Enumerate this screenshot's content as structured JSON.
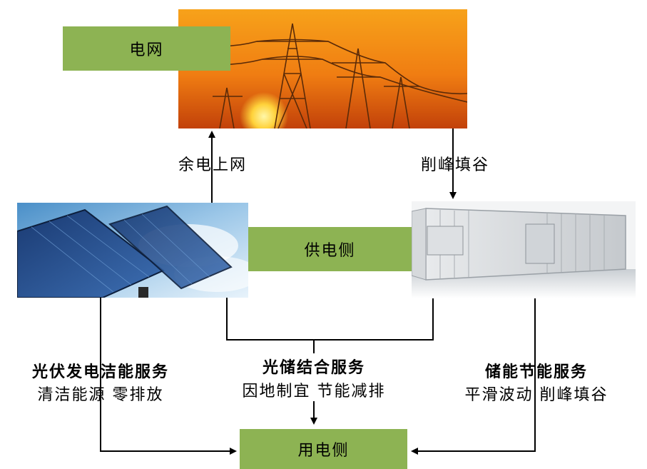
{
  "grid": {
    "label": "电网"
  },
  "supply_side": {
    "label": "供电侧"
  },
  "consumer_side": {
    "label": "用电侧"
  },
  "flows": {
    "surplus_to_grid": "余电上网",
    "peak_shaving": "削峰填谷"
  },
  "services": [
    {
      "title": "光伏发电洁能服务",
      "subtitle": "清洁能源 零排放"
    },
    {
      "title": "光储结合服务",
      "subtitle": "因地制宜 节能减排"
    },
    {
      "title": "储能节能服务",
      "subtitle": "平滑波动 削峰填谷"
    }
  ],
  "colors": {
    "box_green": "#8db353"
  }
}
